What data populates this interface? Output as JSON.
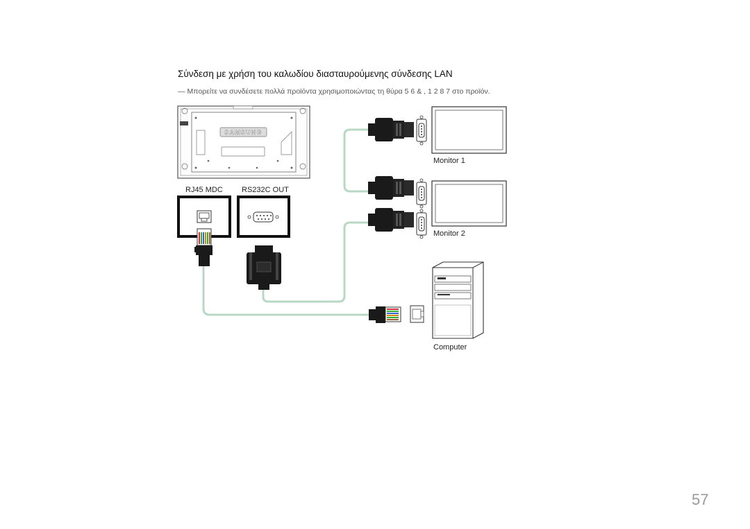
{
  "section": {
    "title": "Σύνδεση με χρήση του καλωδίου διασταυρούμενης σύνδεσης LAN",
    "note_marker": "―",
    "note": "Μπορείτε να συνδέσετε πολλά προϊόντα χρησιμοποιώντας τη θύρα  5 6     &  , 1     2 8 7 στο προϊόν."
  },
  "diagram": {
    "display_brand": "SAMSUNG",
    "port_labels": {
      "rj45": "RJ45 MDC",
      "rs232": "RS232C OUT"
    },
    "device_labels": {
      "monitor1": "Monitor 1",
      "monitor2": "Monitor 2",
      "computer": "Computer"
    },
    "colors": {
      "cable": "#b9d8c4",
      "connector": "#1a1a1a",
      "outline": "#333333"
    },
    "icons": [
      "display-back-icon",
      "rj45-port-icon",
      "db9-port-icon",
      "lan-plug-icon",
      "db9-connector-icon",
      "monitor-icon",
      "computer-tower-icon"
    ]
  },
  "page": {
    "number": "57"
  }
}
